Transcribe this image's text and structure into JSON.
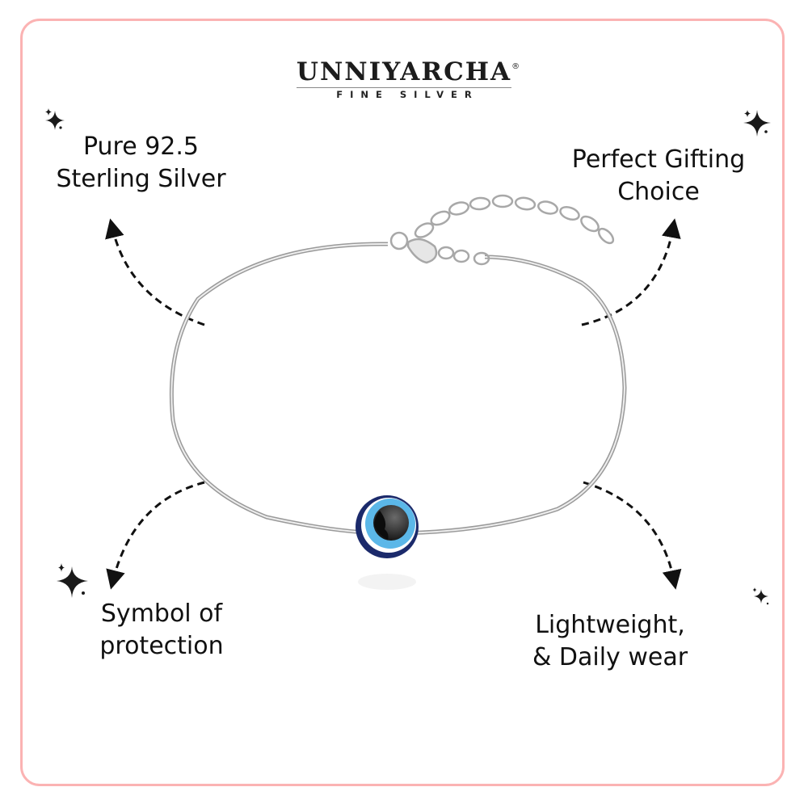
{
  "brand": {
    "name": "UNNIYARCHA",
    "registered_mark": "®",
    "tagline": "FINE SILVER"
  },
  "features": [
    {
      "id": "sterling",
      "line1": "Pure 92.5",
      "line2": "Sterling Silver"
    },
    {
      "id": "gifting",
      "line1": "Perfect Gifting",
      "line2": "Choice"
    },
    {
      "id": "protection",
      "line1": "Symbol of",
      "line2": "protection"
    },
    {
      "id": "daily-wear",
      "line1": "Lightweight,",
      "line2": "& Daily wear"
    }
  ],
  "product": {
    "type": "Evil eye sterling silver bracelet",
    "charm_colors": {
      "outer": "#1b2a6b",
      "white_ring": "#ffffff",
      "iris": "#5bb7e8",
      "pupil": "#111111"
    },
    "chain_color": "#c9c9c9"
  },
  "icons": [
    "sparkle-icon",
    "dashed-arrow-icon"
  ],
  "colors": {
    "border": "#fbb3b3",
    "text": "#111111",
    "background": "#ffffff"
  }
}
